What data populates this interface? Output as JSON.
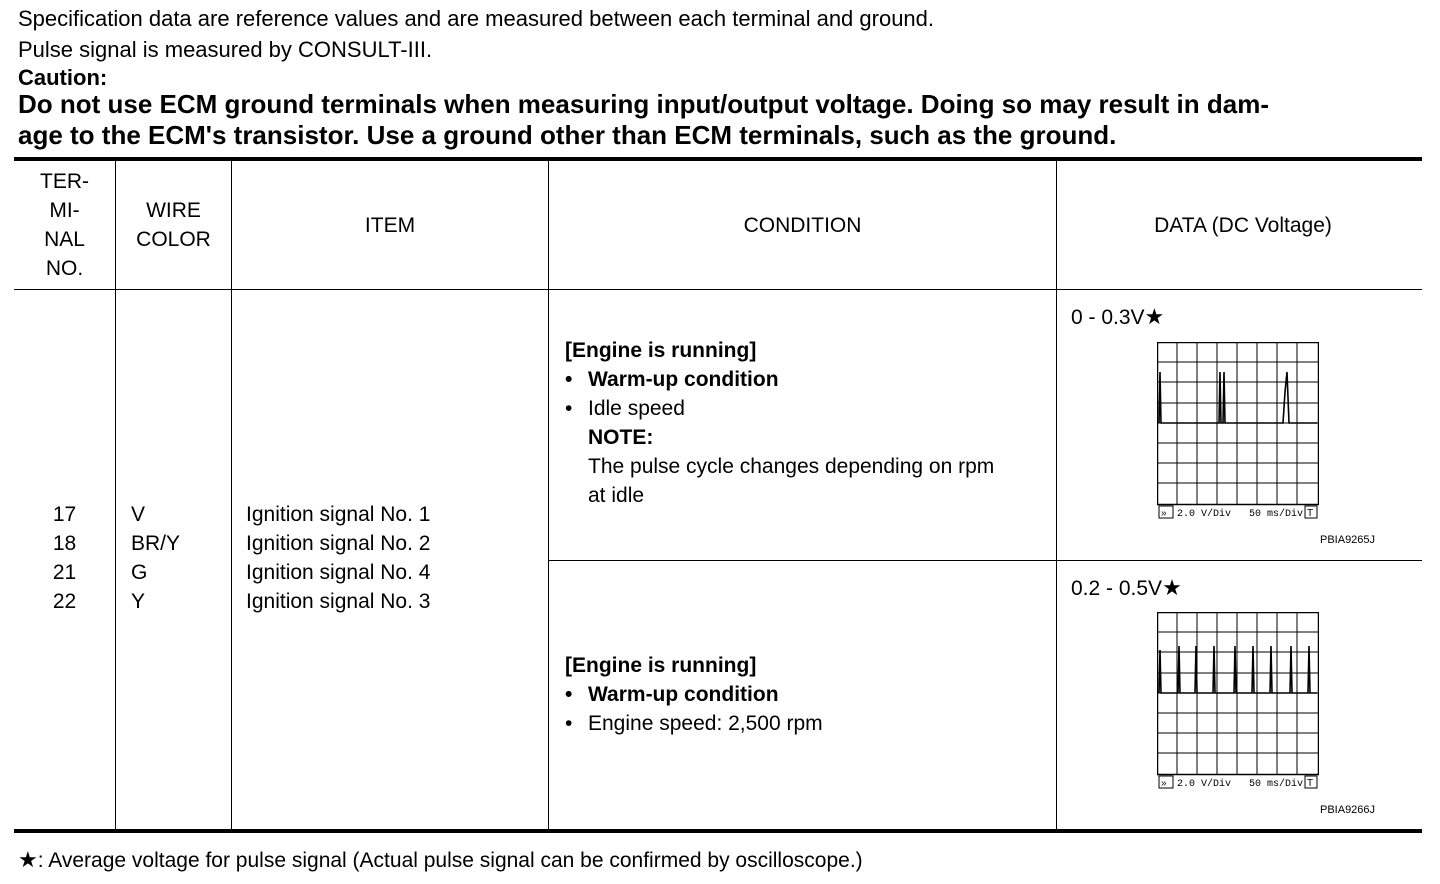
{
  "notes": {
    "line1": "Specification data are reference values and are measured between each terminal and ground.",
    "line2": "Pulse signal is measured by CONSULT-III.",
    "caution_label": "Caution:",
    "caution_line1": "Do not use ECM ground terminals when measuring input/output voltage. Doing so may result in dam-",
    "caution_line2": "age to the ECM's transistor. Use a ground other than ECM terminals, such as the ground."
  },
  "table": {
    "headers": {
      "terminal": [
        "TER-",
        "MI-",
        "NAL",
        "NO."
      ],
      "wire": [
        "WIRE",
        "COLOR"
      ],
      "item": "ITEM",
      "condition": "CONDITION",
      "data": "DATA (DC Voltage)"
    },
    "rows": [
      {
        "terminal": "17",
        "wire": "V",
        "item": "Ignition signal No. 1"
      },
      {
        "terminal": "18",
        "wire": "BR/Y",
        "item": "Ignition signal No. 2"
      },
      {
        "terminal": "21",
        "wire": "G",
        "item": "Ignition signal No. 4"
      },
      {
        "terminal": "22",
        "wire": "Y",
        "item": "Ignition signal No. 3"
      }
    ],
    "conditions": [
      {
        "title": "[Engine is running]",
        "bullet1": "Warm-up condition",
        "bullet2": "Idle speed",
        "note_label": "NOTE:",
        "note_line1": "The pulse cycle changes depending on rpm",
        "note_line2": "at idle",
        "data_value": "0 - 0.3V",
        "star": "★",
        "scope_left": "2.0 V/Div",
        "scope_right": "50 ms/Div",
        "scope_badge": "T",
        "figure_id": "PBIA9265J"
      },
      {
        "title": "[Engine is running]",
        "bullet1": "Warm-up condition",
        "bullet2": "Engine speed: 2,500 rpm",
        "data_value": "0.2 - 0.5V",
        "star": "★",
        "scope_left": "2.0 V/Div",
        "scope_right": "50 ms/Div",
        "scope_badge": "T",
        "figure_id": "PBIA9266J"
      }
    ]
  },
  "footer": {
    "star": "★",
    "text": ": Average voltage for pulse signal (Actual pulse signal can be confirmed by oscilloscope.)"
  }
}
